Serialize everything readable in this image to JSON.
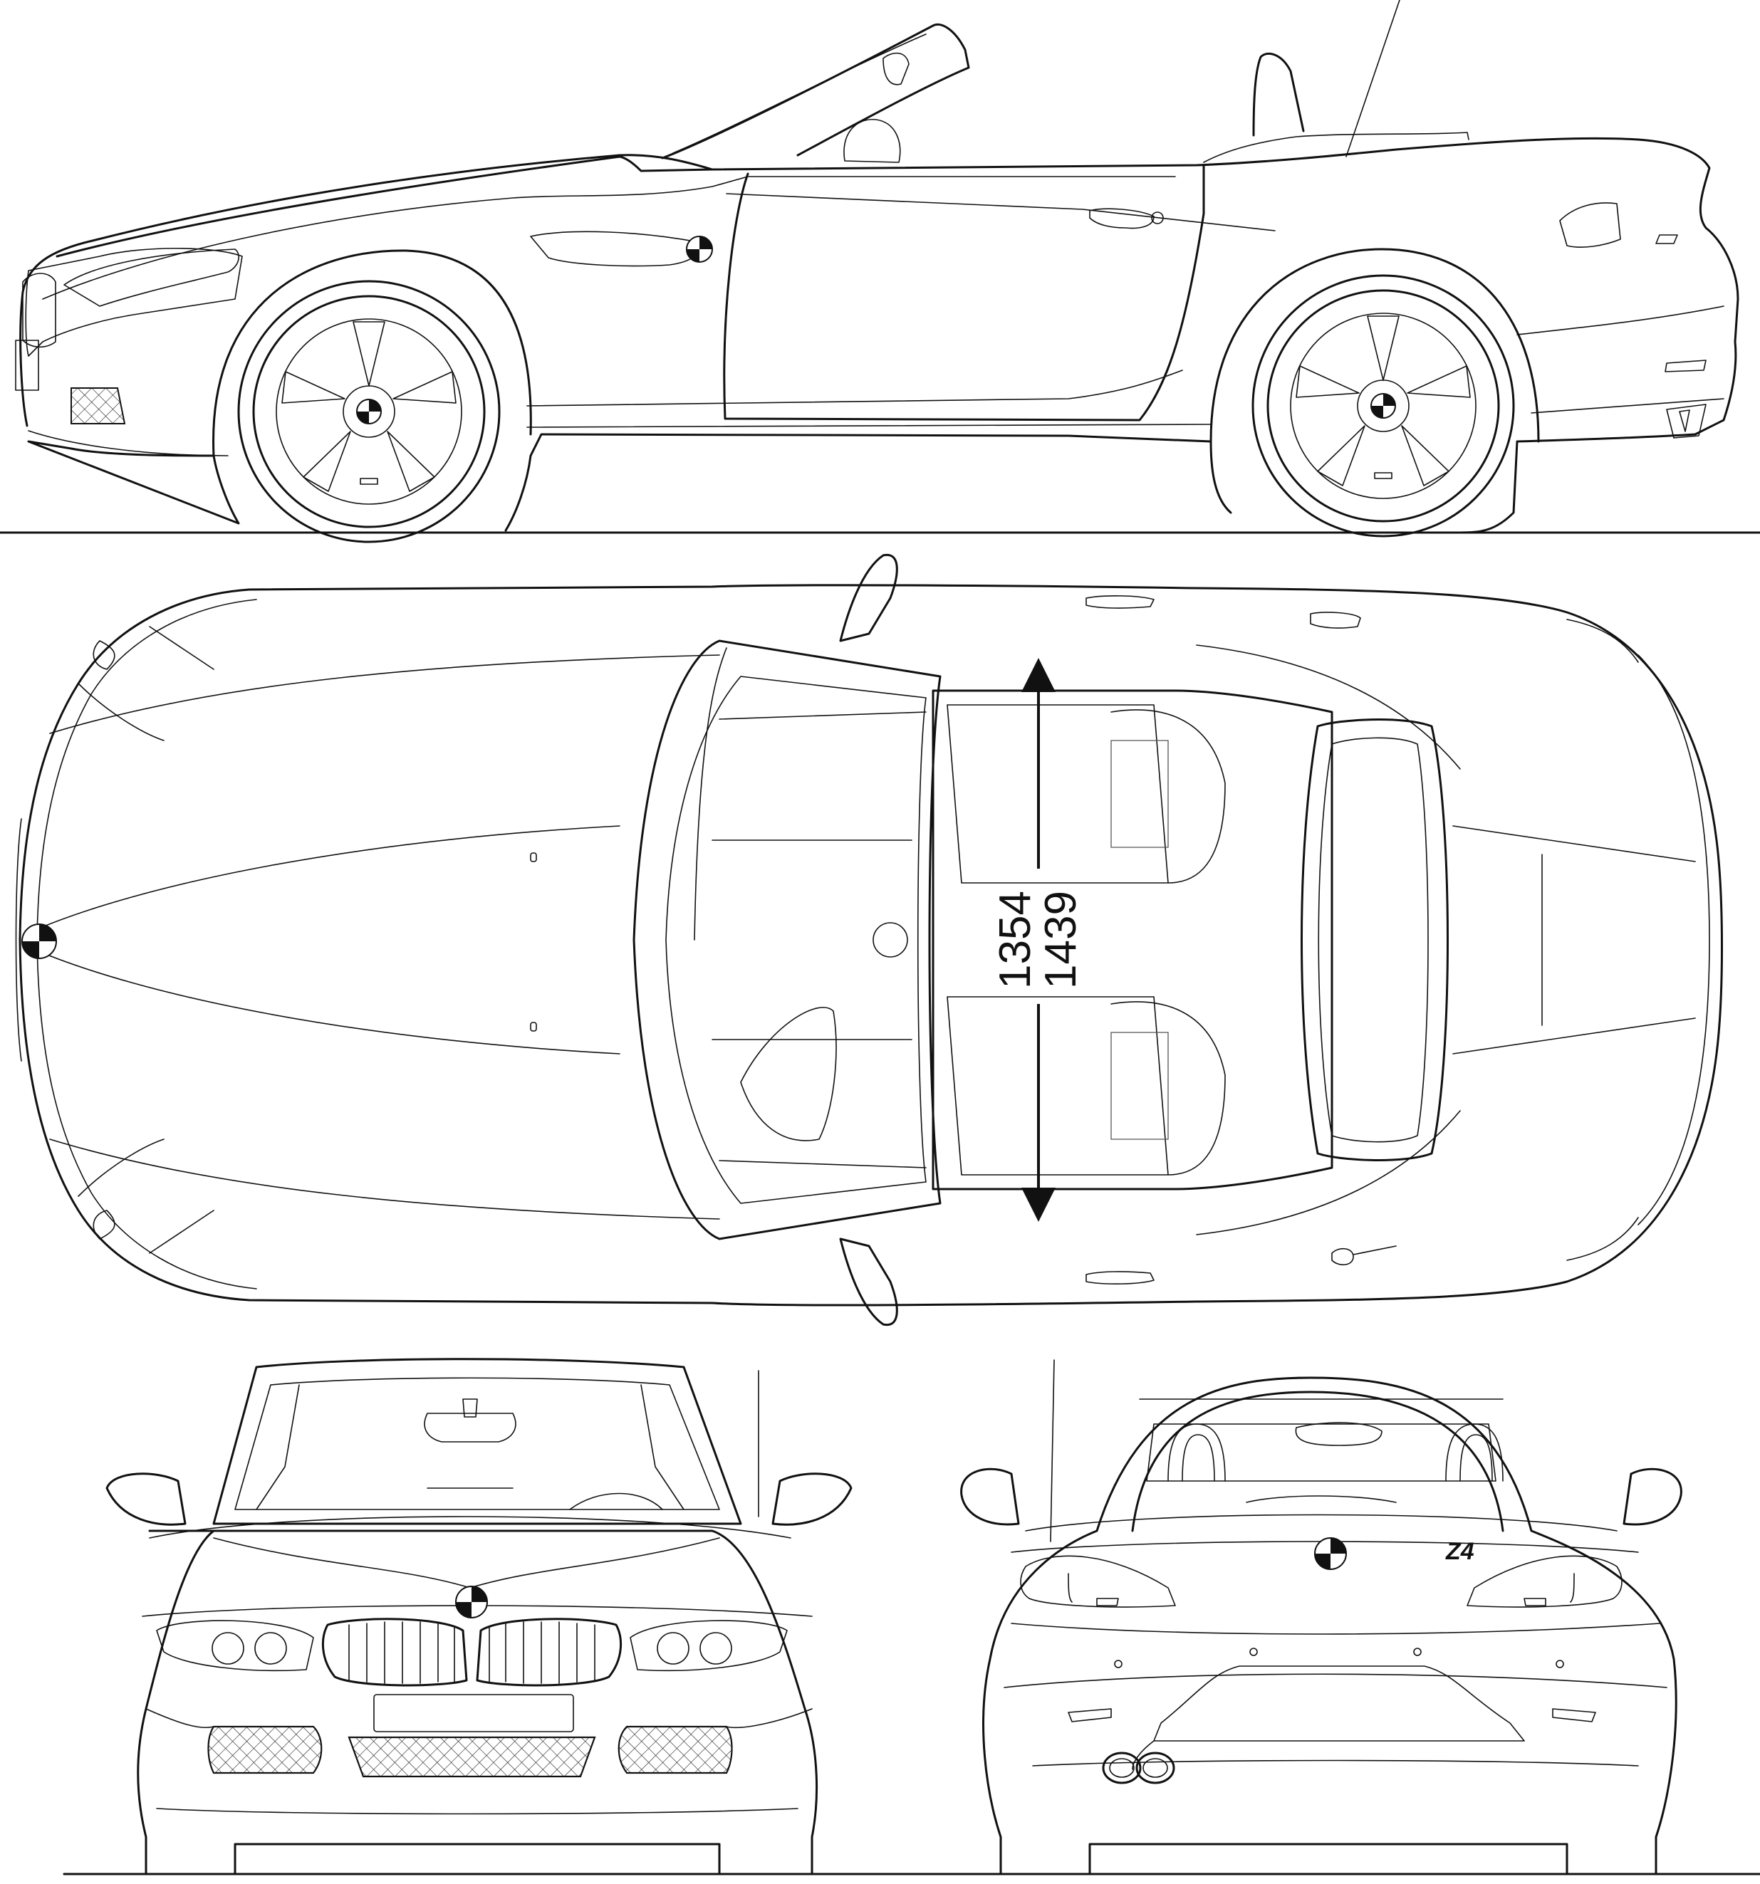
{
  "dimensions": {
    "inner_width": "1354",
    "outer_width": "1439"
  },
  "rear_badge": "Z4",
  "views": [
    "side-view",
    "top-view",
    "front-view",
    "rear-view"
  ]
}
